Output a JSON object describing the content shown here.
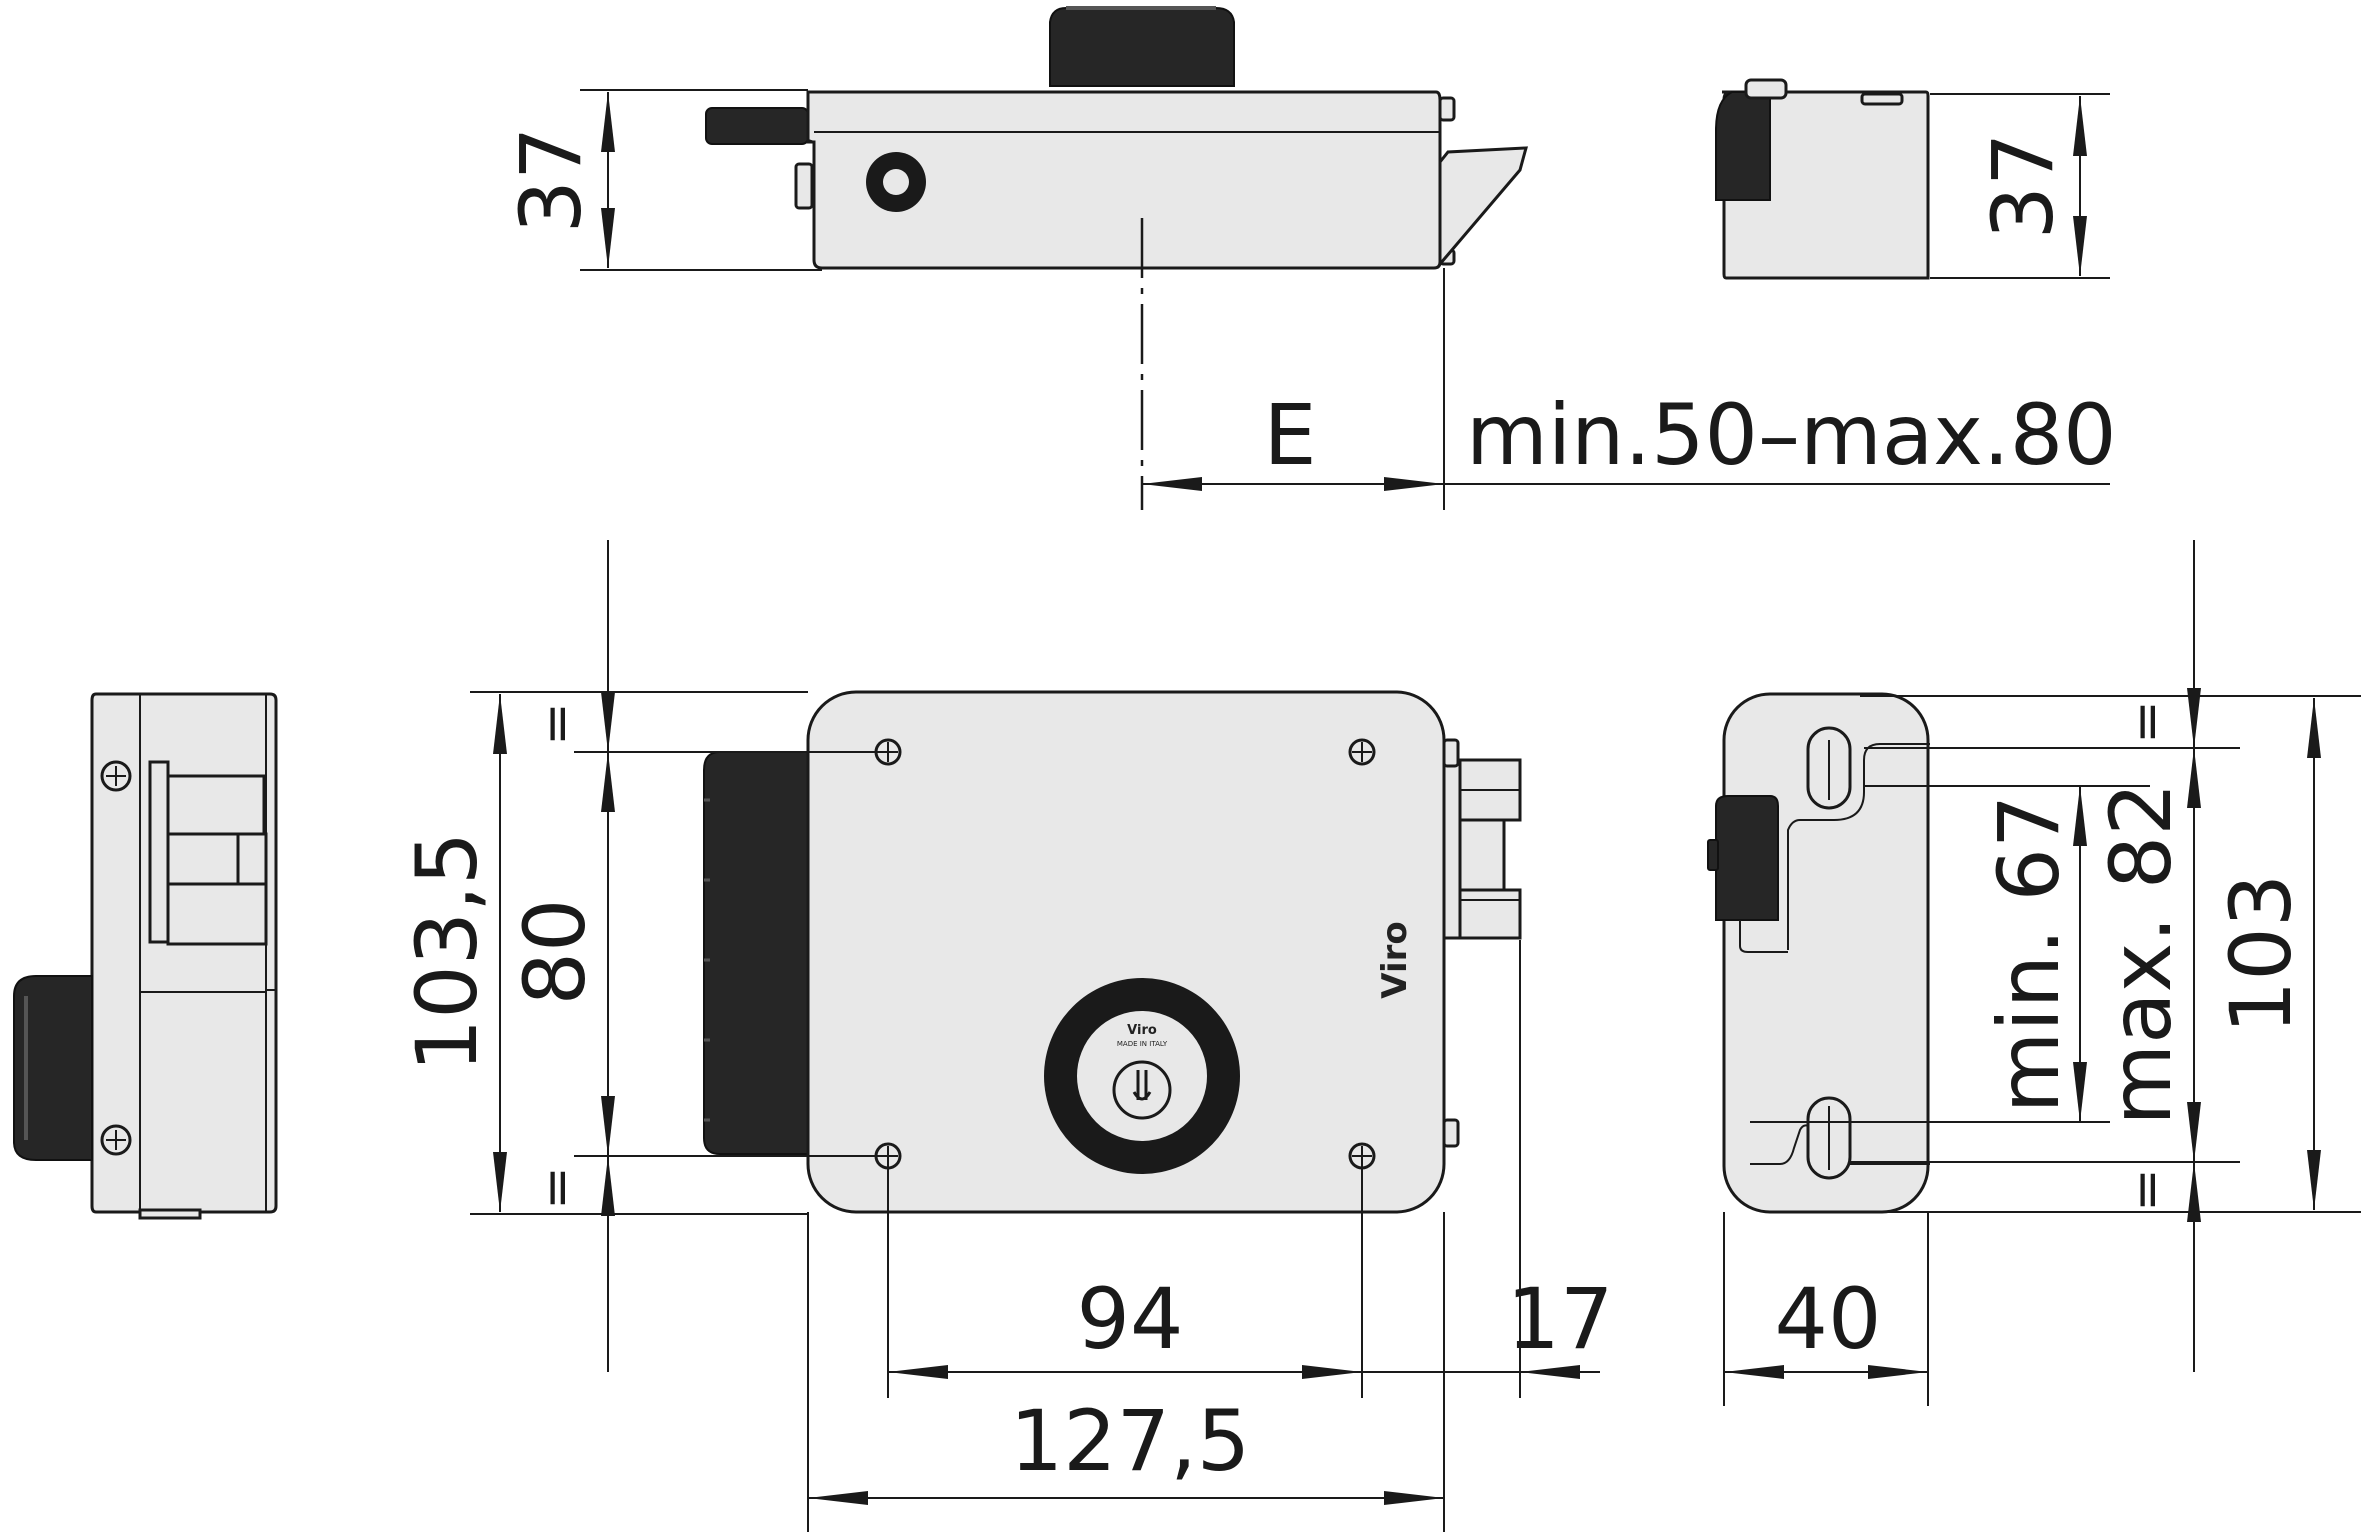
{
  "dimensions": {
    "top_height_left": "37",
    "top_height_right": "37",
    "backset_label": "E",
    "backset_range": "min.50–max.80",
    "front_total_height": "103,5",
    "front_hole_spacing": "80",
    "front_hole_width": "94",
    "front_bolt_proj": "17",
    "front_total_width": "127,5",
    "side_depth": "40",
    "side_min": "min. 67",
    "side_max": "max. 82",
    "side_height": "103",
    "equal_mark": "="
  },
  "marks": {
    "brand": "Viro",
    "made_in": "MADE IN ITALY"
  },
  "icons": [
    "screw-icon",
    "key-cylinder-icon",
    "arrowhead-icon"
  ]
}
